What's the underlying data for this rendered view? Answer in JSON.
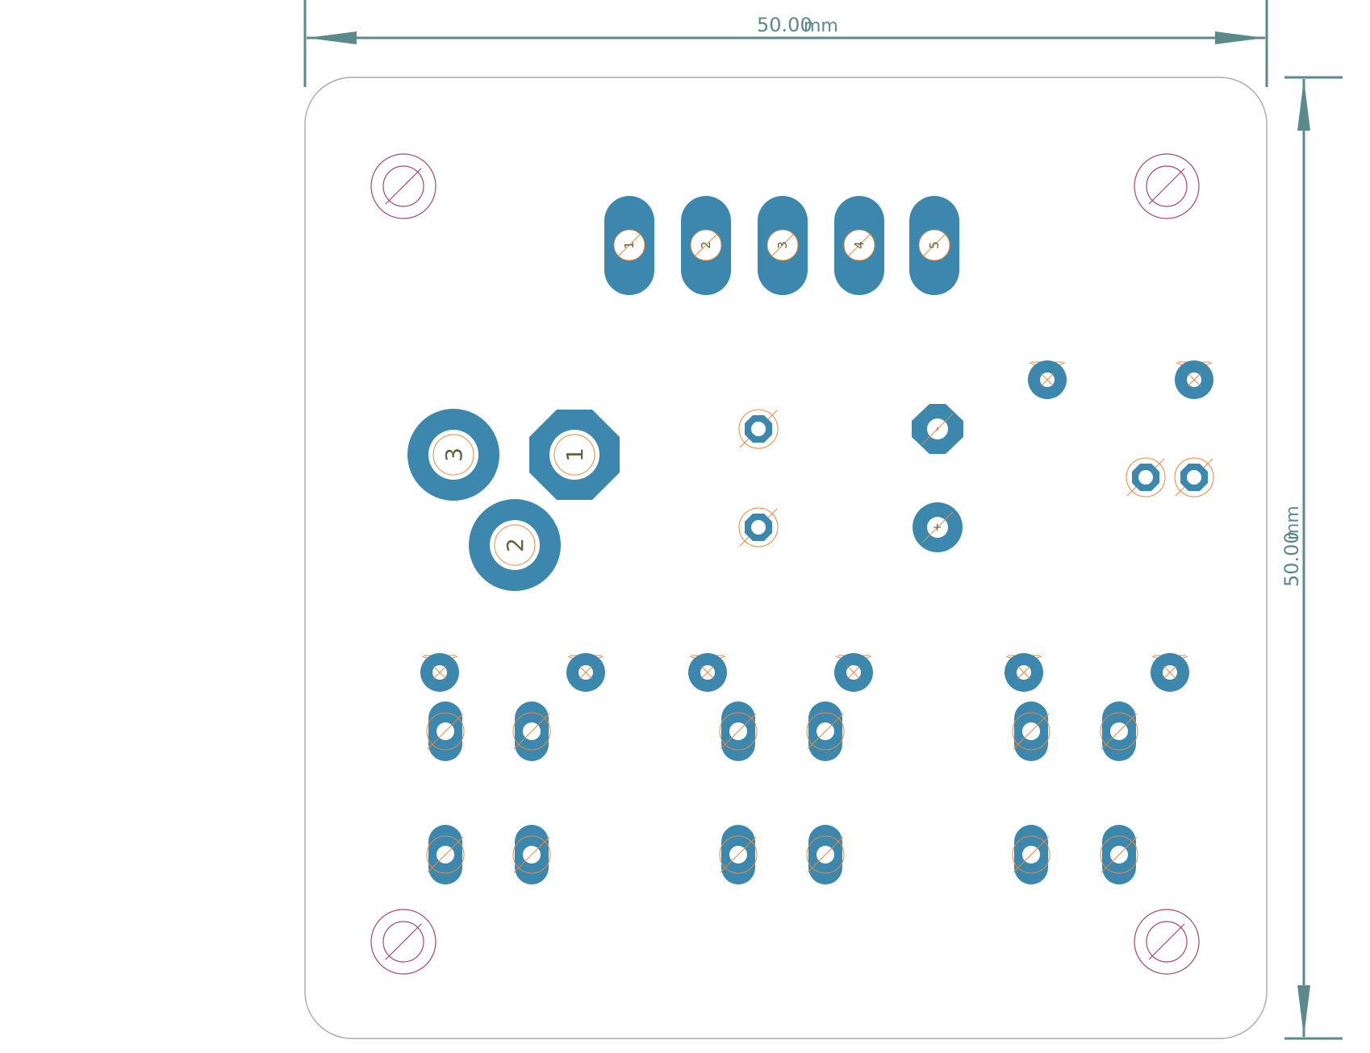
{
  "colors": {
    "copper": "#3b87ae",
    "dimension": "#5b8a8a",
    "outline": "#a9a9a9",
    "drill_mark": "#e8893c",
    "mount_mark": "#a5486e",
    "label": "#5e6640",
    "hole": "#ffffff"
  },
  "dimensions": {
    "width": {
      "value": "50.00",
      "unit": "mm"
    },
    "height": {
      "value": "50.00",
      "unit": "mm"
    }
  },
  "header": {
    "pin_labels": [
      "1",
      "2",
      "3",
      "4",
      "5"
    ]
  },
  "power_terminal": {
    "pin_labels": [
      "3",
      "1",
      "2"
    ]
  },
  "capacitor": {
    "pin_labels": [
      "-",
      "+"
    ]
  }
}
